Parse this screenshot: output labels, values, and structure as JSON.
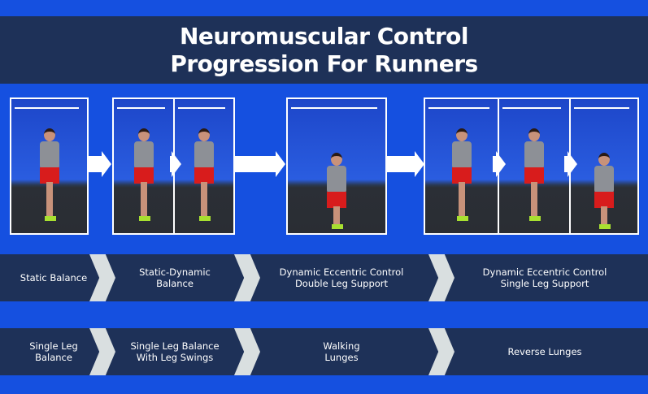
{
  "title": {
    "line1": "Neuromuscular Control",
    "line2": "Progression For Runners"
  },
  "colors": {
    "background": "#1550e0",
    "banner": "#1e3158",
    "chevron": "#d9dfe0",
    "text": "#ffffff"
  },
  "stages": [
    {
      "label": "Static Balance"
    },
    {
      "label": "Static-Dynamic Balance"
    },
    {
      "label": "Dynamic Eccentric Control Double Leg Support"
    },
    {
      "label": "Dynamic Eccentric Control Single Leg Support"
    }
  ],
  "exercises": [
    {
      "label": "Single Leg Balance"
    },
    {
      "label": "Single Leg Balance With Leg Swings"
    },
    {
      "label": "Walking Lunges"
    },
    {
      "label": "Reverse Lunges"
    }
  ]
}
